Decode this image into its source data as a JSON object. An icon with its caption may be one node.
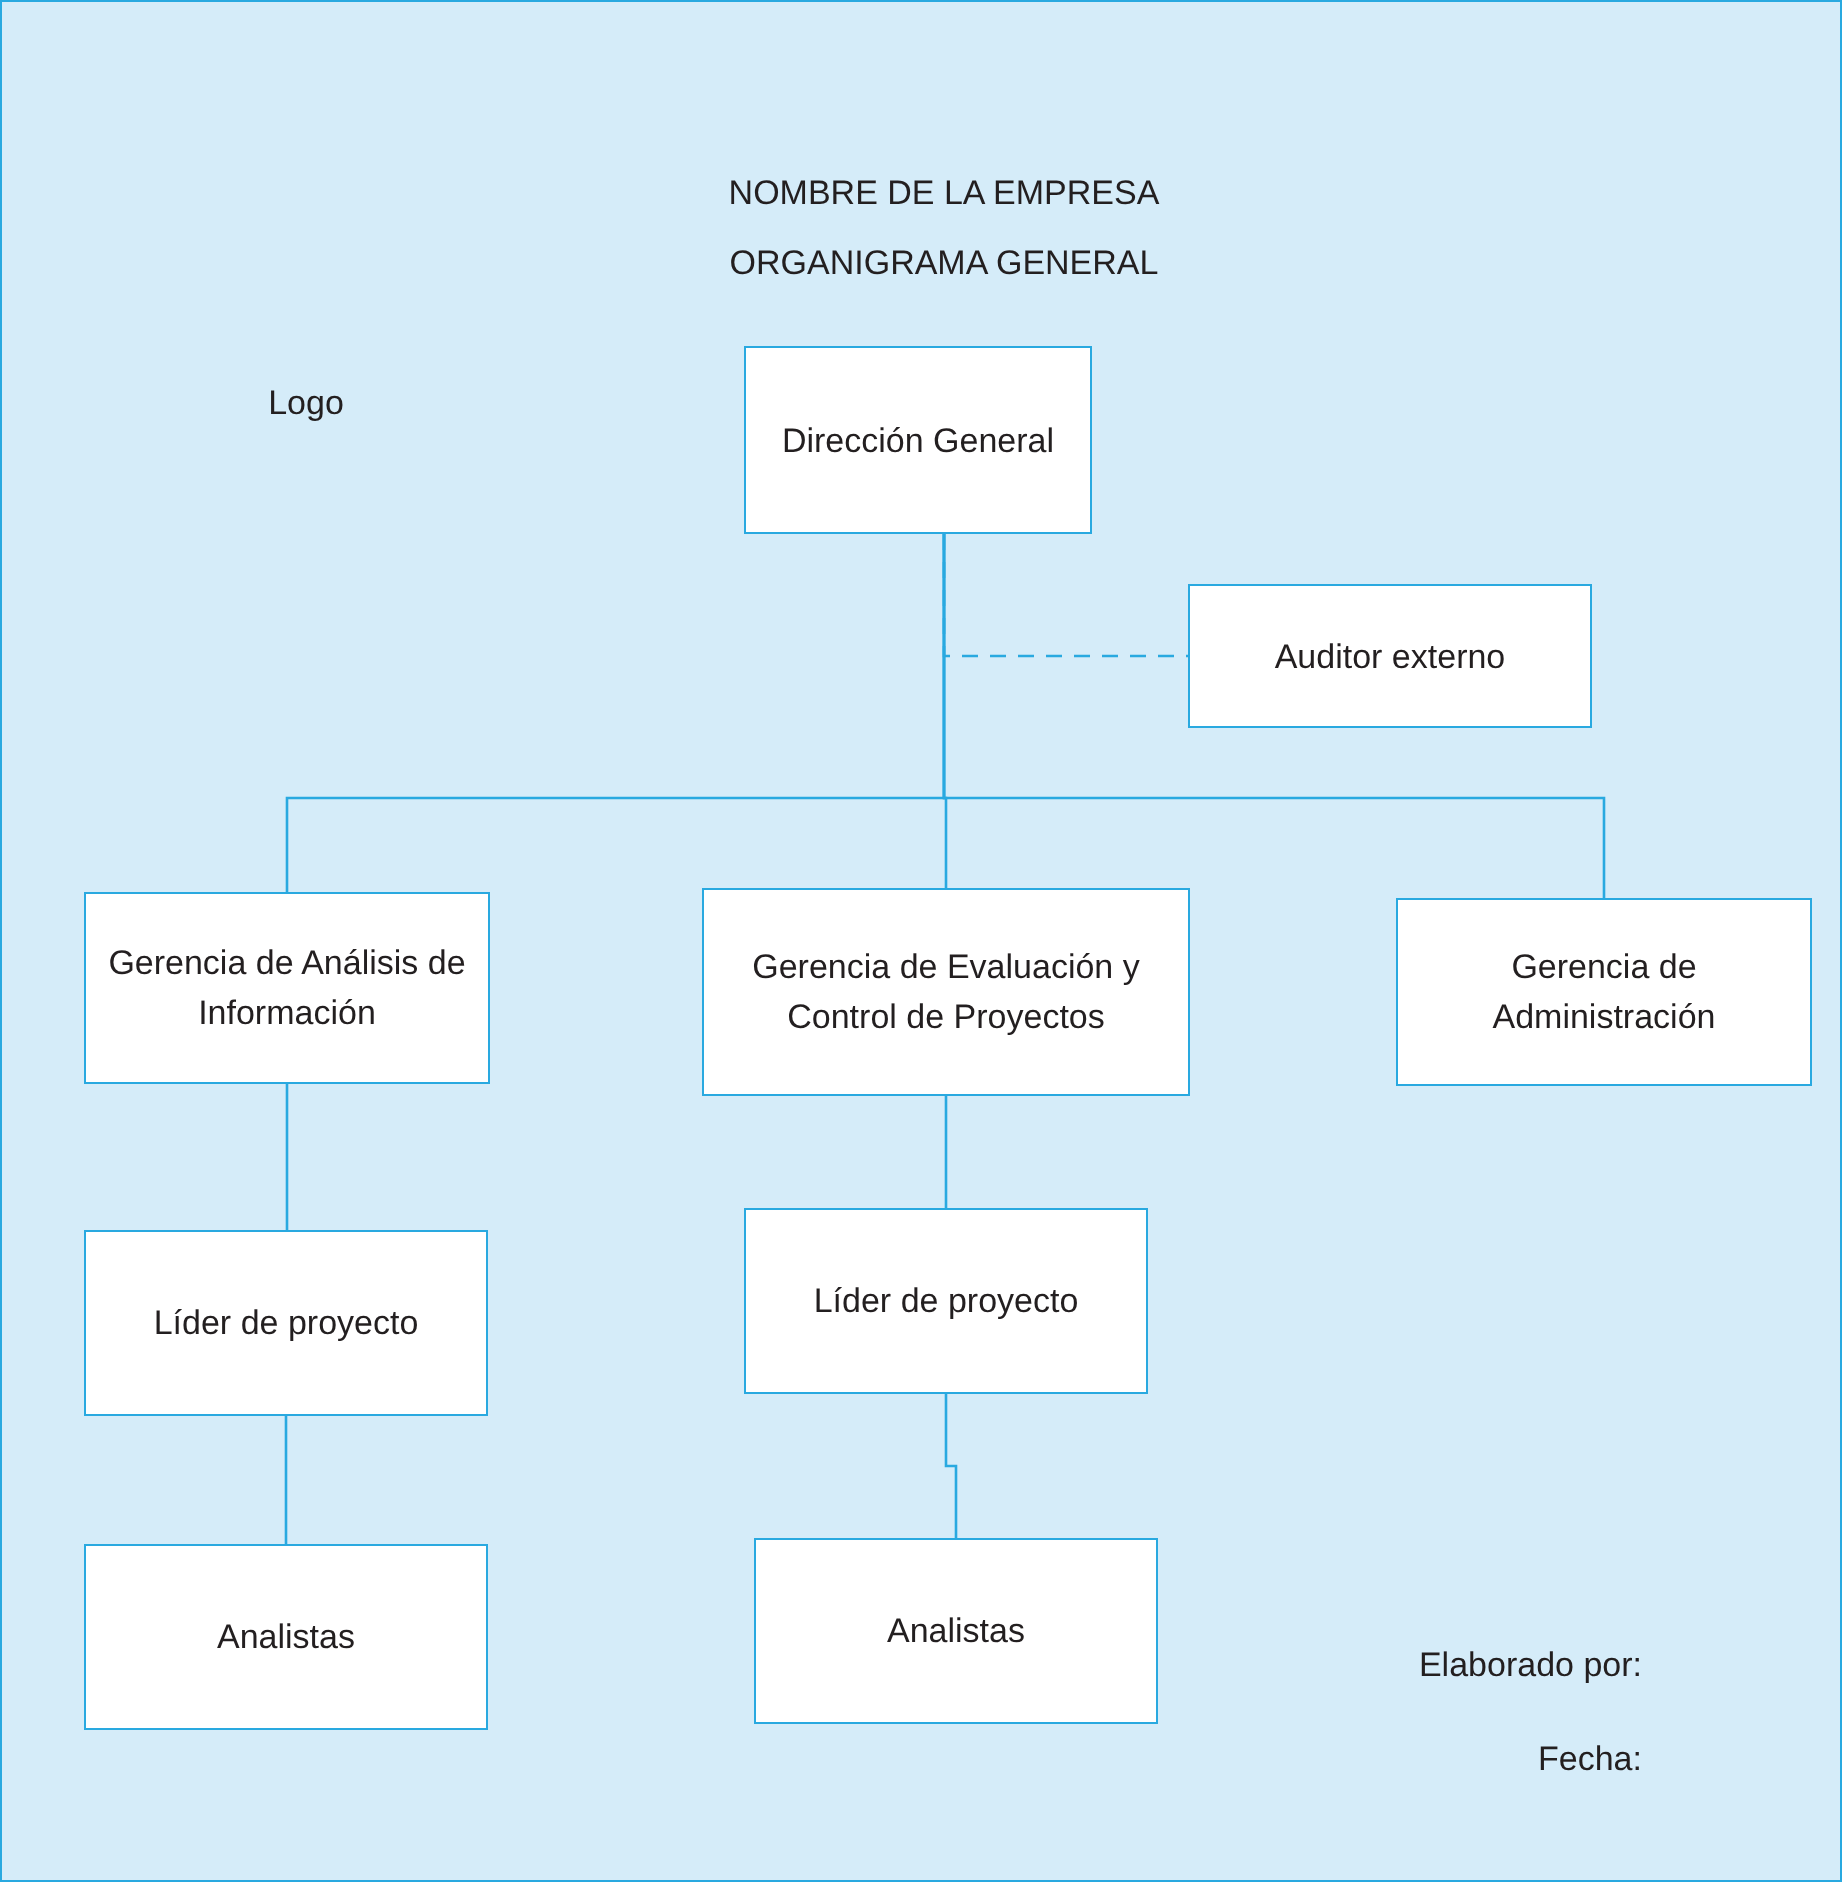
{
  "diagram": {
    "title": "NOMBRE DE LA EMPRESA ORGANIGRAMA GENERAL",
    "nodes": [
      {
        "text": [
          "Dirección General"
        ]
      },
      {
        "text": [
          "Auditor externo"
        ]
      },
      {
        "text": [
          "Gerencia de Análisis de Información"
        ]
      },
      {
        "text": [
          "Gerencia de Evaluación y Control de Proyectos"
        ]
      },
      {
        "text": [
          "Gerencia de Administración"
        ]
      },
      {
        "text": [
          "Líder de proyecto"
        ]
      },
      {
        "text": [
          "Líder de proyecto"
        ]
      },
      {
        "text": [
          "Analistas"
        ]
      },
      {
        "text": [
          "Analistas"
        ]
      }
    ],
    "edges": [
      {
        "from": 0,
        "to": 1,
        "arrow": "none",
        "style": "dashed"
      },
      {
        "from": 0,
        "to": 2,
        "arrow": "none"
      },
      {
        "from": 0,
        "to": 3,
        "arrow": "none"
      },
      {
        "from": 0,
        "to": 4,
        "arrow": "none"
      },
      {
        "from": 2,
        "to": 5,
        "arrow": "none"
      },
      {
        "from": 5,
        "to": 7,
        "arrow": "none"
      },
      {
        "from": 3,
        "to": 6,
        "arrow": "none"
      },
      {
        "from": 6,
        "to": 8,
        "arrow": "none"
      }
    ],
    "labels": [
      "Logo",
      "Elaborado por:",
      "Fecha:"
    ]
  }
}
